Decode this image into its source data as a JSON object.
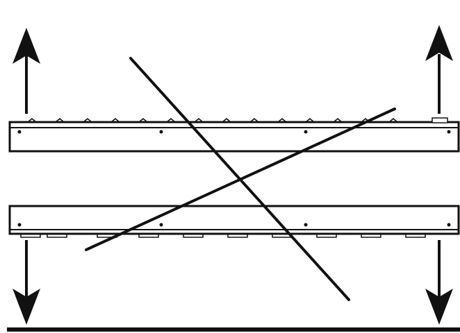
{
  "diagram": {
    "description_visible_text": "",
    "colors": {
      "ink": "#111111",
      "rail_fill": "#ffffff",
      "background": "#ffffff"
    },
    "elements": {
      "arrows": [
        "up-arrow-icon",
        "up-arrow-icon",
        "down-arrow-icon",
        "down-arrow-icon"
      ],
      "cross_lines": 2,
      "rails": [
        "top-rail",
        "bottom-rail"
      ],
      "ground": "ground-line"
    }
  }
}
